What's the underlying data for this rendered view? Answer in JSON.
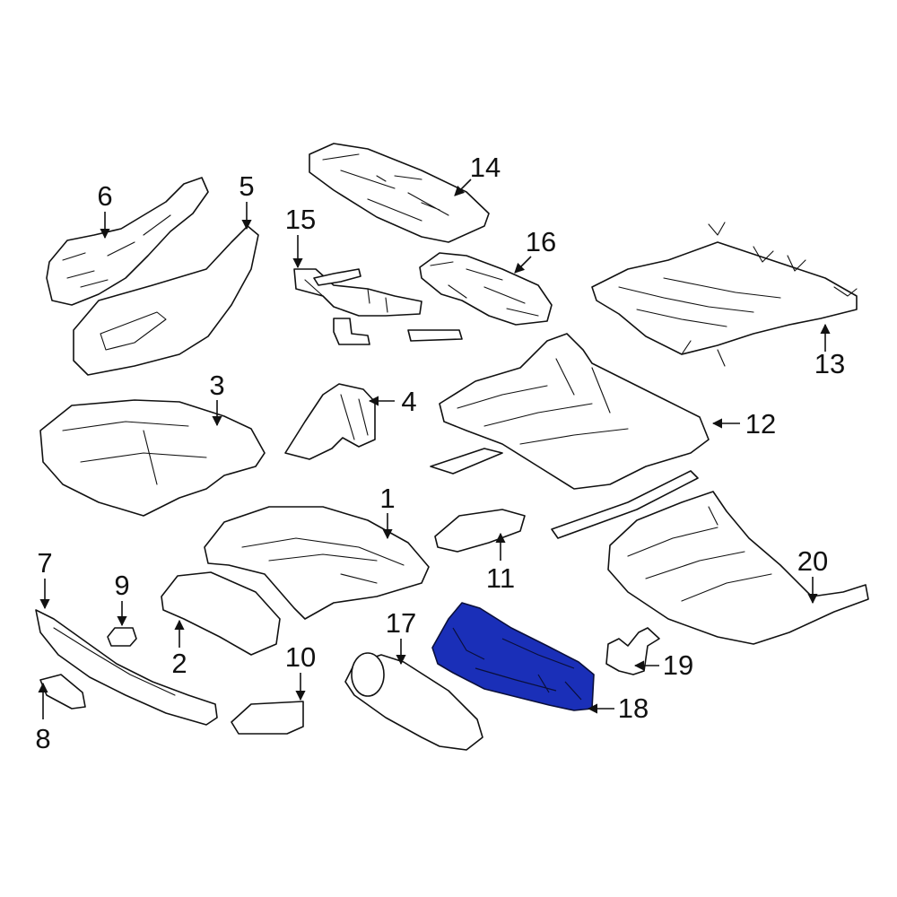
{
  "diagram": {
    "highlight_color": "#1a2fb8",
    "callouts": [
      {
        "id": "1",
        "label": "1"
      },
      {
        "id": "2",
        "label": "2"
      },
      {
        "id": "3",
        "label": "3"
      },
      {
        "id": "4",
        "label": "4"
      },
      {
        "id": "5",
        "label": "5"
      },
      {
        "id": "6",
        "label": "6"
      },
      {
        "id": "7",
        "label": "7"
      },
      {
        "id": "8",
        "label": "8"
      },
      {
        "id": "9",
        "label": "9"
      },
      {
        "id": "10",
        "label": "10"
      },
      {
        "id": "11",
        "label": "11"
      },
      {
        "id": "12",
        "label": "12"
      },
      {
        "id": "13",
        "label": "13"
      },
      {
        "id": "14",
        "label": "14"
      },
      {
        "id": "15",
        "label": "15"
      },
      {
        "id": "16",
        "label": "16"
      },
      {
        "id": "17",
        "label": "17"
      },
      {
        "id": "18",
        "label": "18",
        "highlighted": true
      },
      {
        "id": "19",
        "label": "19"
      },
      {
        "id": "20",
        "label": "20"
      }
    ]
  }
}
